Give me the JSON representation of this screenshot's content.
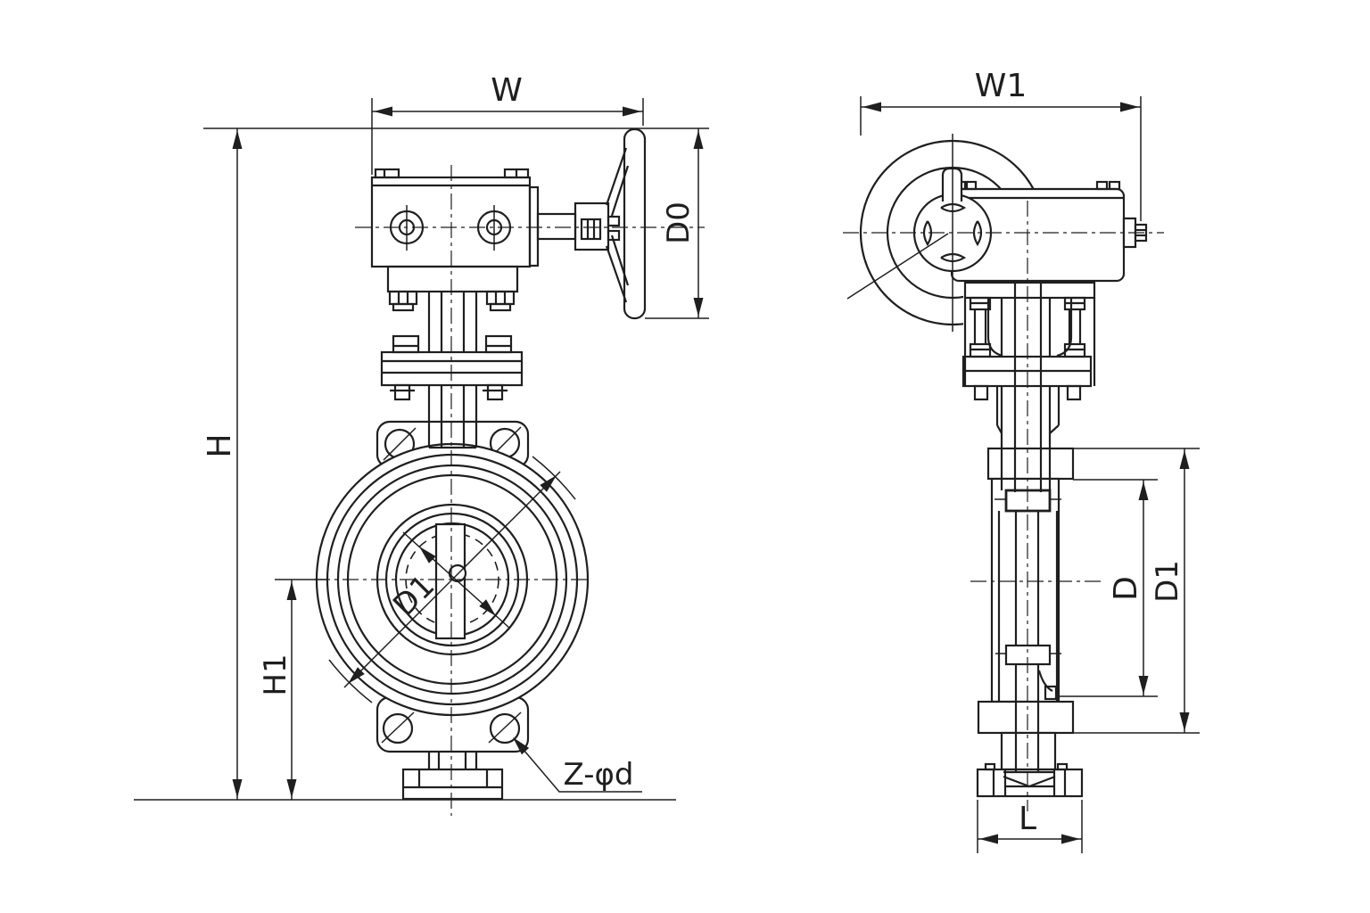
{
  "drawing": {
    "labels": {
      "front": {
        "width": "W",
        "handwheel_diameter": "D0",
        "overall_height": "H",
        "lower_height": "H1",
        "disc_diameter": "D1",
        "bolt_holes": "Z-φd"
      },
      "side": {
        "width": "W1",
        "bore_diameter": "D",
        "flange_diameter": "D1",
        "face_to_face": "L"
      }
    },
    "colors": {
      "line": "#1f1f1f",
      "background": "#ffffff"
    }
  }
}
